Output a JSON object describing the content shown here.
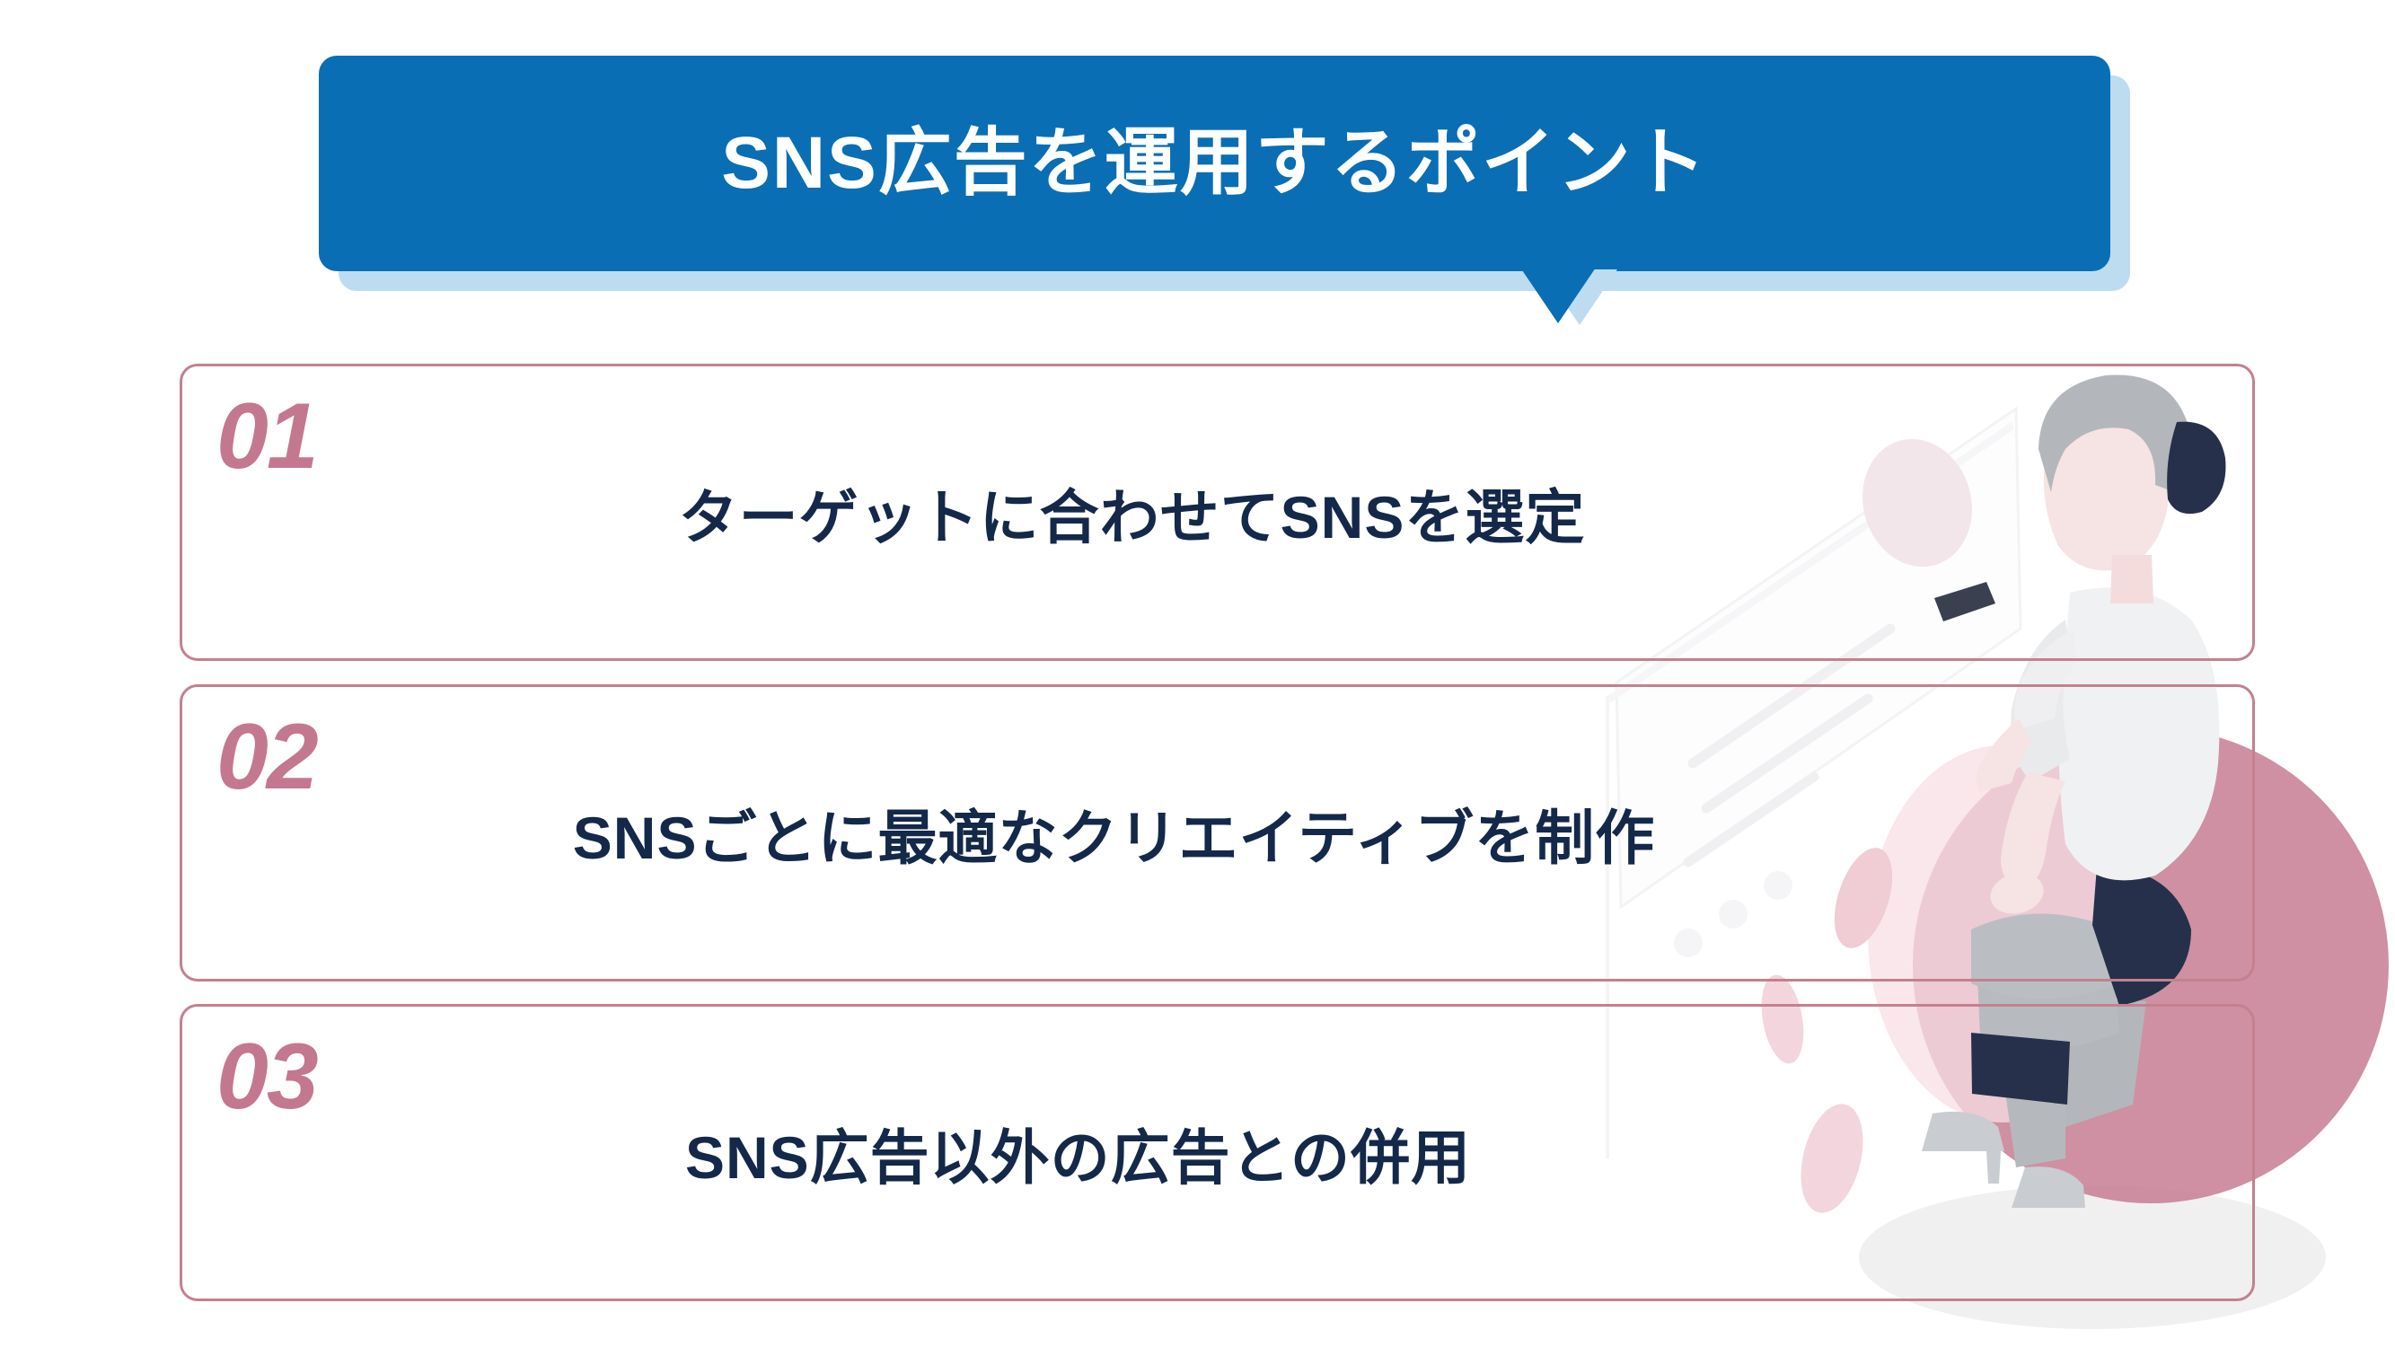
{
  "slide": {
    "title": "SNS広告を運用するポイント",
    "background_color": "#ffffff"
  },
  "banner": {
    "label": "SNS広告を運用するポイント",
    "fill_color": "#0a6eb4",
    "shadow_color": "#bedcef",
    "text_color": "#ffffff",
    "pointer": "downward-triangle"
  },
  "colors": {
    "accent_blue": "#0a6eb4",
    "accent_blue_light": "#bedcef",
    "border_pink": "#c4808f",
    "number_pink": "#c4788f",
    "text_navy": "#14284a",
    "illustration_pink": "#c4788f",
    "illustration_grey": "#b8bcc0",
    "illustration_navy": "#26304a"
  },
  "points": [
    {
      "number": "01",
      "text": "ターゲットに合わせてSNSを選定"
    },
    {
      "number": "02",
      "text": "SNSごとに最適なクリエイティブを制作"
    },
    {
      "number": "03",
      "text": "SNS広告以外の広告との併用"
    }
  ],
  "illustration": {
    "description": "woman-sitting-on-exercise-ball-with-smartphone",
    "elements": [
      "pink-ball",
      "person",
      "smartphone",
      "tilted-screen-card",
      "ground-shadow"
    ]
  }
}
